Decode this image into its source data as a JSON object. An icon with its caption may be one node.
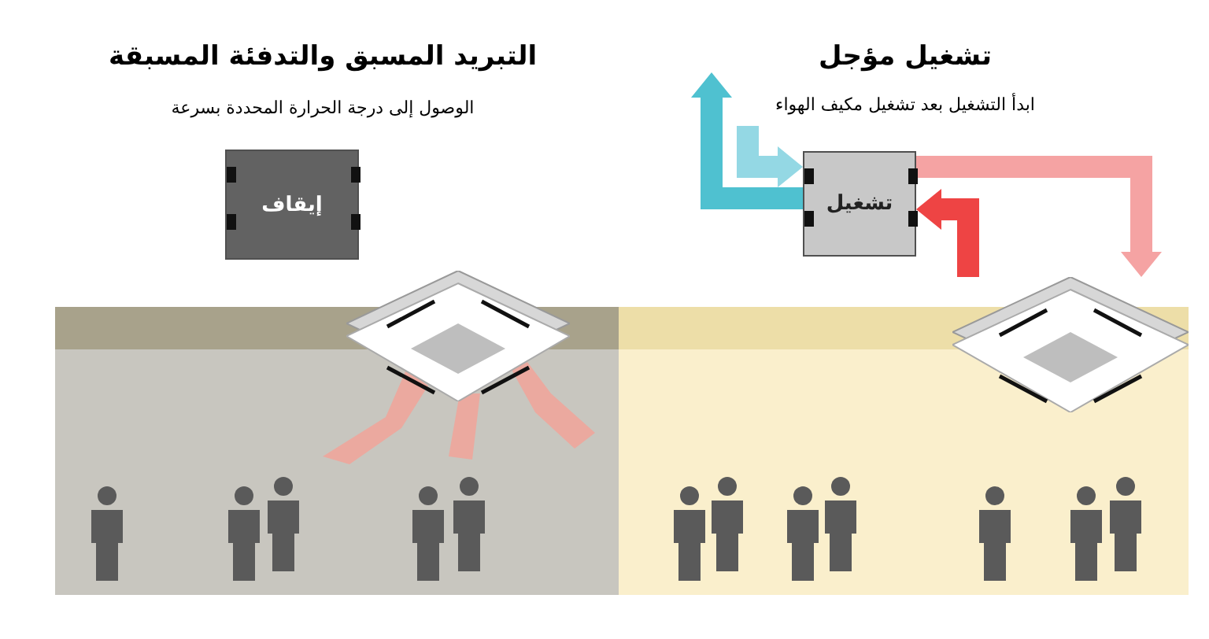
{
  "diagram": {
    "nodes": [
      {
        "text": [
          "إيقاف"
        ]
      },
      {
        "text": [],
        "shape": "picture"
      },
      {
        "text": [
          "تشغيل"
        ]
      },
      {
        "text": [],
        "shape": "picture"
      }
    ],
    "edges": [
      {
        "from": 2,
        "to": null,
        "arrow": "to",
        "color": "#4fc1d0"
      },
      {
        "from": null,
        "to": 2,
        "arrow": "to",
        "color": "#94d8e4"
      },
      {
        "from": 2,
        "to": 3,
        "arrow": "to",
        "color": "#f5a3a3"
      },
      {
        "from": 3,
        "to": 2,
        "arrow": "to",
        "color": "#ee4444"
      }
    ],
    "labels": [
      "التبريد المسبق والتدفئة المسبقة",
      "الوصول إلى درجة الحرارة المحددة بسرعة",
      "تشغيل مؤجل",
      "ابدأ التشغيل بعد تشغيل مكيف الهواء"
    ]
  }
}
